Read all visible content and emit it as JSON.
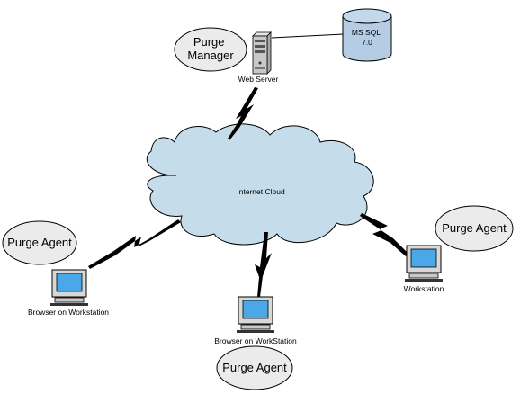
{
  "colors": {
    "cloud": "#c5dcea",
    "ellipse": "#ebebeb",
    "database": "#b4cce4",
    "screen": "#4aa8e8",
    "monitor": "#d8d8d8",
    "server": "#c8c8c8",
    "stroke": "#000000"
  },
  "nodes": {
    "purge_manager": "Purge\nManager",
    "web_server": "Web Server",
    "database": "MS SQL\n7.0",
    "internet_cloud": "Internet Cloud",
    "purge_agent_left": "Purge Agent",
    "purge_agent_right": "Purge Agent",
    "purge_agent_bottom": "Purge Agent",
    "workstation_left": "Browser on Workstation",
    "workstation_bottom": "Browser on WorkStation",
    "workstation_right": "Workstation"
  },
  "icons": {
    "server": "server-icon",
    "database": "database-cylinder-icon",
    "workstation": "computer-monitor-icon",
    "link": "lightning-bolt-link-icon"
  }
}
